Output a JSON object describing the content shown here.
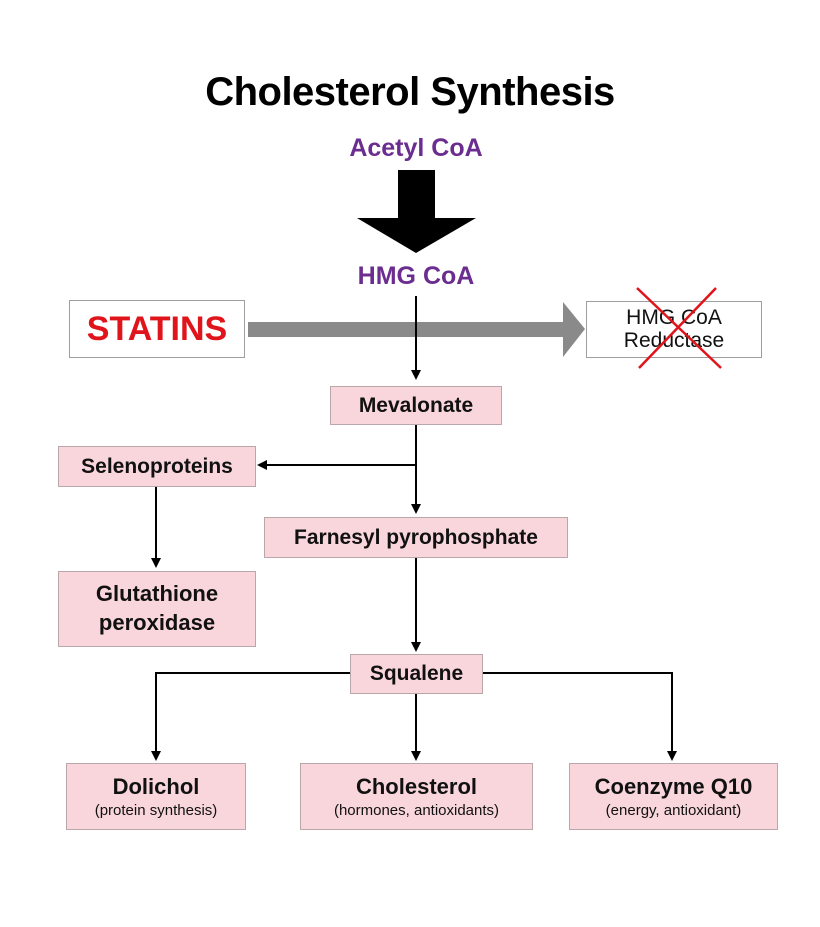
{
  "title": "Cholesterol Synthesis",
  "top": {
    "acetyl_coa": "Acetyl CoA",
    "hmg_coa": "HMG CoA"
  },
  "inhibitor": {
    "label": "STATINS"
  },
  "enzyme": {
    "line1": "HMG CoA",
    "line2": "Reductase"
  },
  "nodes": {
    "mevalonate": "Mevalonate",
    "selenoproteins": "Selenoproteins",
    "farnesyl": "Farnesyl pyrophosphate",
    "glutathione_line1": "Glutathione",
    "glutathione_line2": "peroxidase",
    "squalene": "Squalene"
  },
  "products": {
    "dolichol": {
      "name": "Dolichol",
      "note": "(protein synthesis)"
    },
    "cholesterol": {
      "name": "Cholesterol",
      "note": "(hormones, antioxidants)"
    },
    "coq10": {
      "name": "Coenzyme Q10",
      "note": "(energy, antioxidant)"
    }
  },
  "colors": {
    "title": "#000000",
    "intermediate_text": "#6b2d8f",
    "statins_text": "#e0141b",
    "box_fill": "#f9d6dc",
    "inhibition_arrow": "#8a8a8a",
    "cross_mark": "#e0141b"
  }
}
